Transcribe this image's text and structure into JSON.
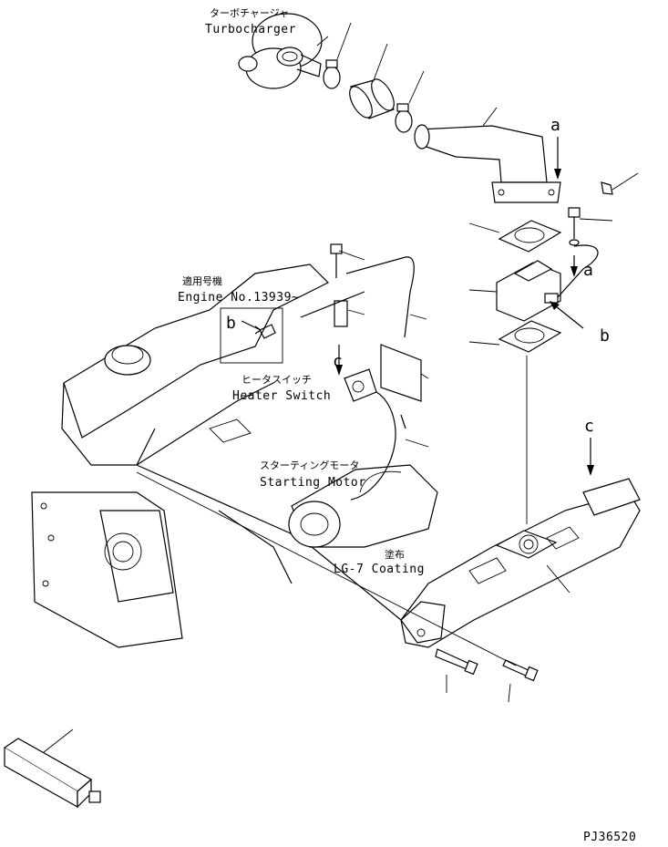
{
  "labels": {
    "turbocharger_jp": "ターボチャージャ",
    "turbocharger_en": "Turbocharger",
    "applicable_jp": "適用号機",
    "engine_no": "Engine No.13939~",
    "heater_switch_jp": "ヒータスイッチ",
    "heater_switch_en": "Heater Switch",
    "starting_motor_jp": "スターティングモータ",
    "starting_motor_en": "Starting Motor",
    "coating_jp": "塗布",
    "coating_en": "LG-7 Coating",
    "callout_a": "a",
    "callout_b": "b",
    "callout_c": "c",
    "drawing_code": "PJ36520"
  }
}
